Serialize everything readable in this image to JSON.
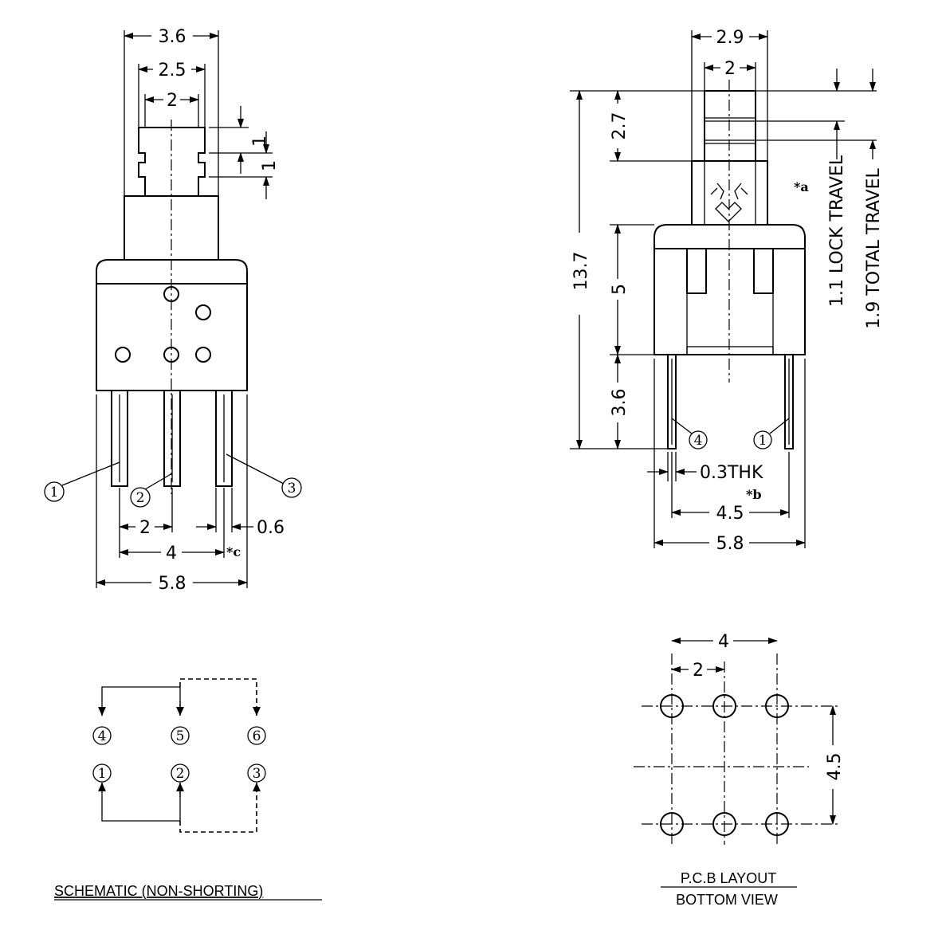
{
  "side_view": {
    "dims": {
      "width_top": "3.6",
      "width_mid": "2.5",
      "width_stem": "2",
      "step1": "1",
      "step2": "1",
      "pitch": "2",
      "pitch2": "4",
      "pin_width": "0.6",
      "body_width": "5.8"
    },
    "note_c": "*c",
    "pins": [
      "1",
      "2",
      "3"
    ]
  },
  "front_view": {
    "dims": {
      "width_top": "2.9",
      "width_stem": "2",
      "stem_h": "2.7",
      "total_h": "13.7",
      "body_h": "5",
      "pin_h": "3.6",
      "thickness": "0.3THK",
      "pin_pitch": "4.5",
      "body_width": "5.8"
    },
    "lock_travel": "1.1 LOCK TRAVEL",
    "total_travel": "1.9 TOTAL TRAVEL",
    "note_a": "*a",
    "note_b": "*b",
    "pins": [
      "4",
      "1"
    ]
  },
  "schematic": {
    "title": "SCHEMATIC (NON-SHORTING)",
    "pins_top": [
      "4",
      "5",
      "6"
    ],
    "pins_bottom": [
      "1",
      "2",
      "3"
    ]
  },
  "pcb_layout": {
    "title": "P.C.B  LAYOUT",
    "subtitle": "BOTTOM VIEW",
    "dims": {
      "pitch2": "4",
      "pitch": "2",
      "row_gap": "4.5"
    }
  }
}
